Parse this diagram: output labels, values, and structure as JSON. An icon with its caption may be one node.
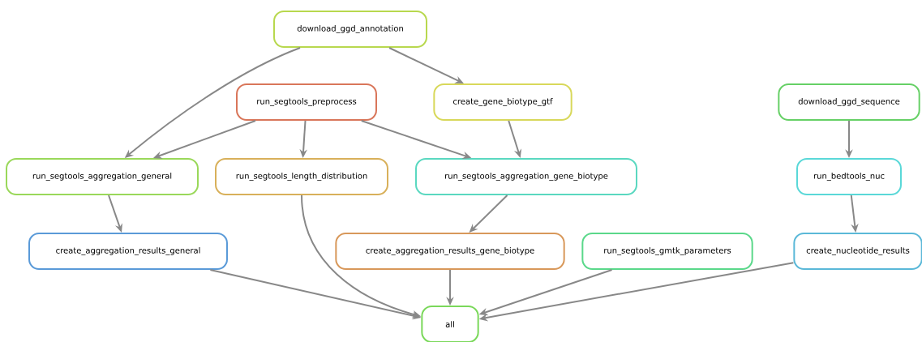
{
  "diagram": {
    "nodes": [
      {
        "text": [
          "download_ggd_annotation"
        ]
      },
      {
        "text": [
          "run_segtools_preprocess"
        ]
      },
      {
        "text": [
          "create_gene_biotype_gtf"
        ]
      },
      {
        "text": [
          "download_ggd_sequence"
        ]
      },
      {
        "text": [
          "run_segtools_aggregation_general"
        ]
      },
      {
        "text": [
          "run_segtools_length_distribution"
        ]
      },
      {
        "text": [
          "run_segtools_aggregation_gene_biotype"
        ]
      },
      {
        "text": [
          "run_bedtools_nuc"
        ]
      },
      {
        "text": [
          "create_aggregation_results_general"
        ]
      },
      {
        "text": [
          "create_aggregation_results_gene_biotype"
        ]
      },
      {
        "text": [
          "run_segtools_gmtk_parameters"
        ]
      },
      {
        "text": [
          "create_nucleotide_results"
        ]
      },
      {
        "text": [
          "all"
        ]
      }
    ],
    "edges": [
      {
        "from": 0,
        "to": 4,
        "arrow": "to"
      },
      {
        "from": 0,
        "to": 2,
        "arrow": "to"
      },
      {
        "from": 1,
        "to": 4,
        "arrow": "to"
      },
      {
        "from": 1,
        "to": 5,
        "arrow": "to"
      },
      {
        "from": 1,
        "to": 6,
        "arrow": "to"
      },
      {
        "from": 2,
        "to": 6,
        "arrow": "to"
      },
      {
        "from": 3,
        "to": 7,
        "arrow": "to"
      },
      {
        "from": 4,
        "to": 8,
        "arrow": "to"
      },
      {
        "from": 6,
        "to": 9,
        "arrow": "to"
      },
      {
        "from": 7,
        "to": 11,
        "arrow": "to"
      },
      {
        "from": 8,
        "to": 12,
        "arrow": "to"
      },
      {
        "from": 5,
        "to": 12,
        "arrow": "to"
      },
      {
        "from": 9,
        "to": 12,
        "arrow": "to"
      },
      {
        "from": 10,
        "to": 12,
        "arrow": "to"
      },
      {
        "from": 11,
        "to": 12,
        "arrow": "to"
      }
    ]
  }
}
